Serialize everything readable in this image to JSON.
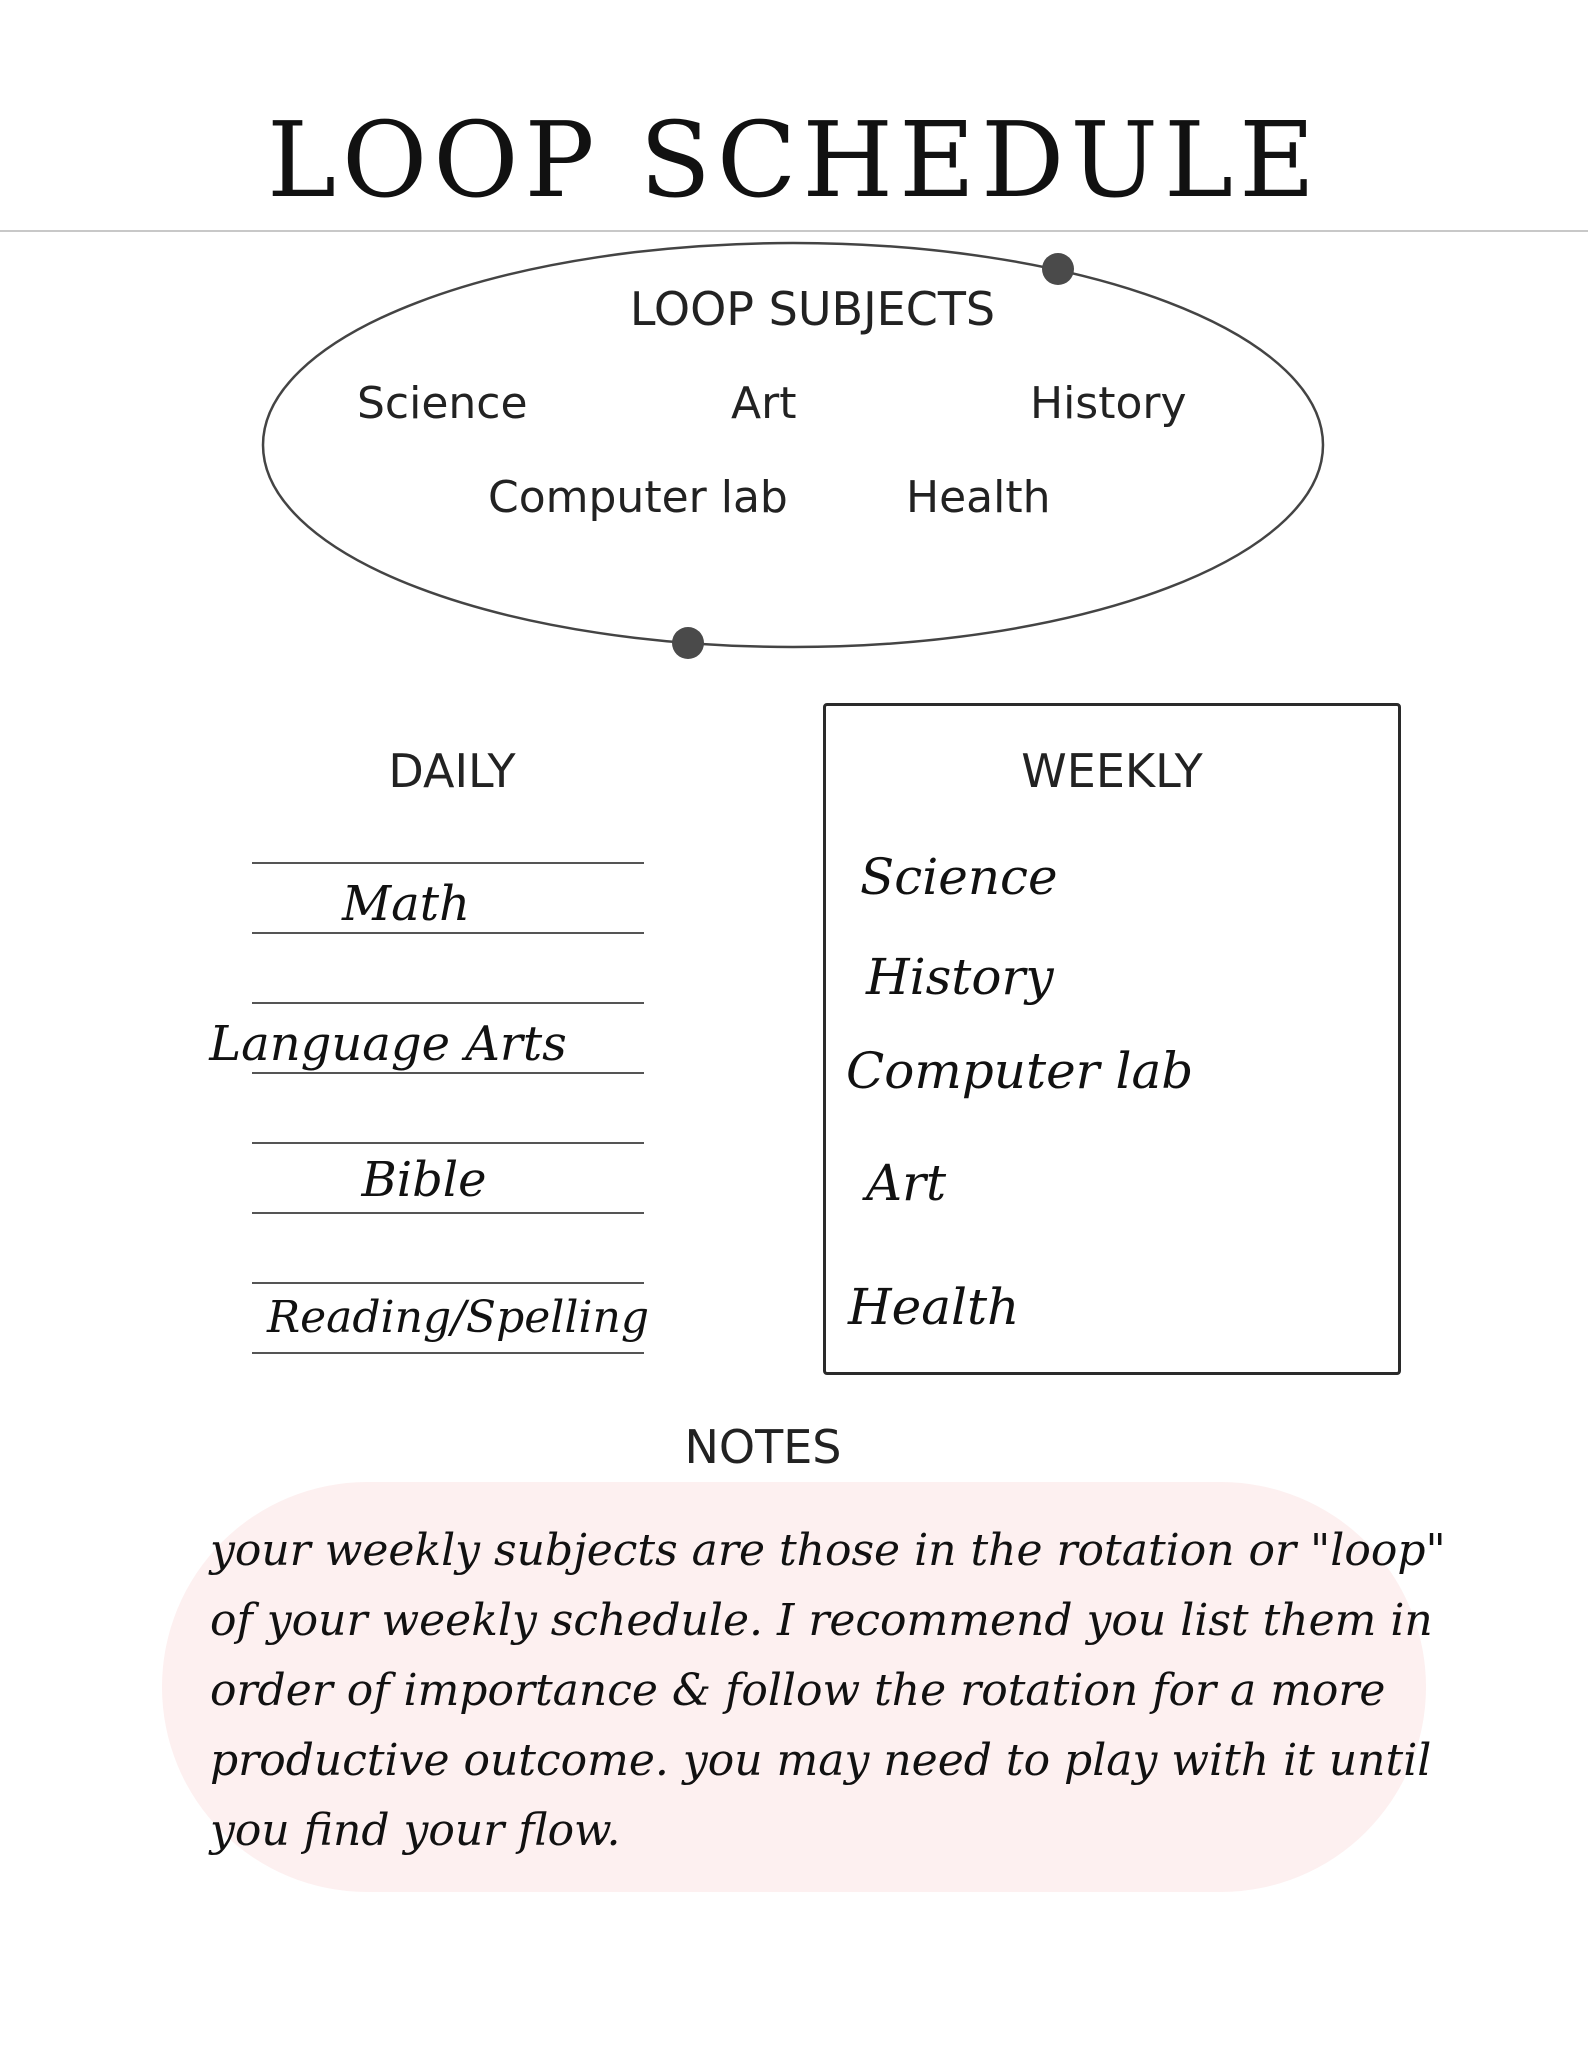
{
  "title": "LOOP SCHEDULE",
  "loop_subjects": {
    "heading": "LOOP SUBJECTS",
    "items": [
      "Science",
      "Art",
      "History",
      "Computer lab",
      "Health"
    ]
  },
  "daily": {
    "heading": "DAILY",
    "items": [
      "Math",
      "Language Arts",
      "Bible",
      "Reading/Spelling"
    ]
  },
  "weekly": {
    "heading": "WEEKLY",
    "items": [
      "Science",
      "History",
      "Computer lab",
      "Art",
      "Health"
    ]
  },
  "notes": {
    "heading": "NOTES",
    "text": "your weekly subjects are those in the rotation or \"loop\" of your weekly schedule. I recommend you list them in order of importance & follow the rotation for a more productive outcome. you may need to play with it until you find your flow."
  },
  "colors": {
    "notes_background": "#fdf0f0",
    "ink": "#111111"
  }
}
